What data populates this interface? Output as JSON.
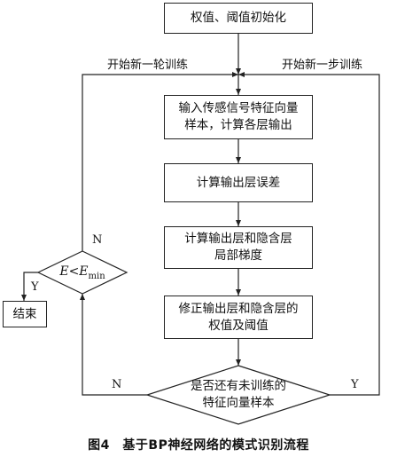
{
  "steps": {
    "init": "权值、阈值初始化",
    "input_line1": "输入传感信号特征向量",
    "input_line2": "样本，计算各层输出",
    "calc_error": "计算输出层误差",
    "gradient_line1": "计算输出层和隐含层",
    "gradient_line2": "局部梯度",
    "update_line1": "修正输出层和隐含层的",
    "update_line2": "权值及阈值",
    "end": "结束"
  },
  "decisions": {
    "samples_line1": "是否还有未训练的",
    "samples_line2": "特征向量样本",
    "error_var": "E",
    "error_op": "<",
    "error_limit": "E",
    "error_limit_sub": "min"
  },
  "labels": {
    "new_round": "开始新一轮训练",
    "new_step": "开始新一步训练",
    "yes_end": "Y",
    "no_round": "N",
    "no_samples": "N",
    "yes_samples": "Y"
  },
  "caption": "图4　基于BP神经网络的模式识别流程"
}
